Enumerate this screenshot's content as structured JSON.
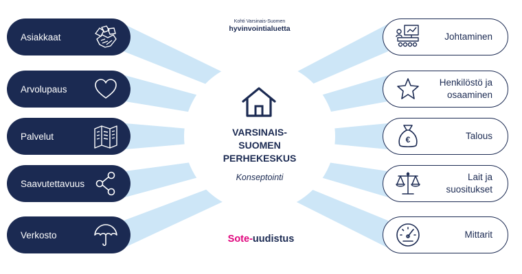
{
  "header": {
    "brand_small": "Kohti Varsinais-Suomen",
    "brand_big": "hyvinvointialuetta"
  },
  "center": {
    "title": "VARSINAIS-\nSUOMEN\nPERHEKESKUS",
    "subtitle": "Konseptointi"
  },
  "left_items": [
    {
      "label": "Asiakkaat",
      "icon": "hands-icon"
    },
    {
      "label": "Arvolupaus",
      "icon": "heart-icon"
    },
    {
      "label": "Palvelut",
      "icon": "map-icon"
    },
    {
      "label": "Saavutettavuus",
      "icon": "share-icon"
    },
    {
      "label": "Verkosto",
      "icon": "umbrella-icon"
    }
  ],
  "right_items": [
    {
      "label": "Johtaminen",
      "icon": "meeting-icon"
    },
    {
      "label": "Henkilöstö ja\nosaaminen",
      "icon": "star-icon"
    },
    {
      "label": "Talous",
      "icon": "money-bag-icon"
    },
    {
      "label": "Lait ja\nsuositukset",
      "icon": "scales-icon"
    },
    {
      "label": "Mittarit",
      "icon": "gauge-icon"
    }
  ],
  "footer": {
    "brand_part1": "Sote-",
    "brand_part2": "uudistus"
  },
  "colors": {
    "navy": "#1b2a52",
    "ray": "#cde6f7",
    "pink": "#e0057d"
  }
}
